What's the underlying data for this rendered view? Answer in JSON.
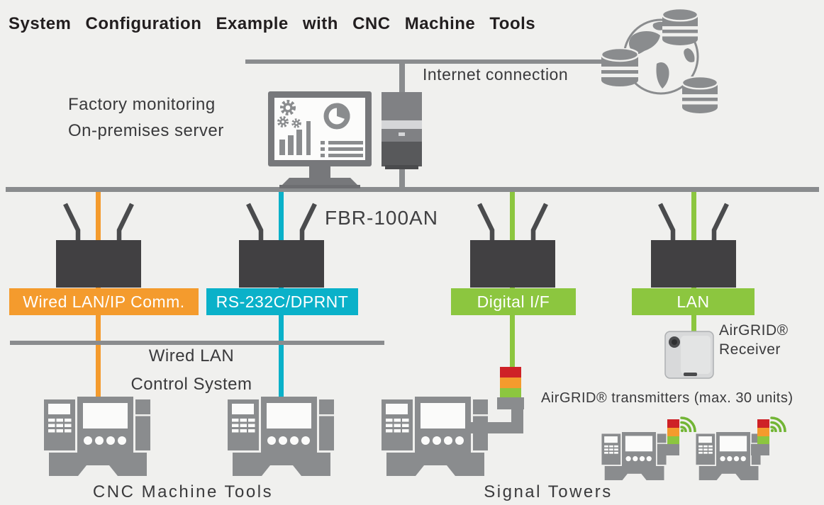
{
  "title": "System Configuration Example with CNC Machine Tools",
  "colors": {
    "background": "#f0f0ee",
    "line_gray": "#8a8c8e",
    "router_dark": "#414042",
    "orange": "#f49b2d",
    "cyan": "#0ab1c9",
    "green": "#8cc63f",
    "signal_red": "#ce2127",
    "signal_orange": "#f49b2d",
    "signal_green": "#8cc63f",
    "text_dark": "#3a3a3c"
  },
  "top": {
    "internet_label": "Internet connection",
    "server_label_line1": "Factory monitoring",
    "server_label_line2": "On-premises server"
  },
  "gateway": {
    "model": "FBR-100AN"
  },
  "banners": [
    {
      "label": "Wired LAN/IP Comm.",
      "color": "#f49b2d"
    },
    {
      "label": "RS-232C/DPRNT",
      "color": "#0ab1c9"
    },
    {
      "label": "Digital I/F",
      "color": "#8cc63f"
    },
    {
      "label": "LAN",
      "color": "#8cc63f"
    }
  ],
  "left_branch": {
    "line1": "Wired LAN",
    "line2": "Control System",
    "caption": "CNC Machine Tools"
  },
  "middle_branch": {
    "caption": "Signal Towers"
  },
  "right_branch": {
    "receiver_line1": "AirGRID®",
    "receiver_line2": "Receiver",
    "transmitters_note": "AirGRID® transmitters (max. 30 units)"
  }
}
